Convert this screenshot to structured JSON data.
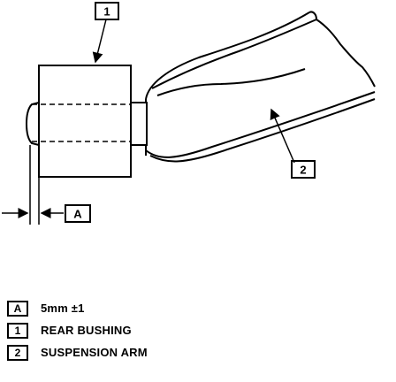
{
  "callouts": {
    "rear_bushing": "1",
    "suspension_arm": "2",
    "dimension": "A"
  },
  "legend": [
    {
      "key": "A",
      "text": "5mm ±1"
    },
    {
      "key": "1",
      "text": "REAR BUSHING"
    },
    {
      "key": "2",
      "text": "SUSPENSION ARM"
    }
  ]
}
